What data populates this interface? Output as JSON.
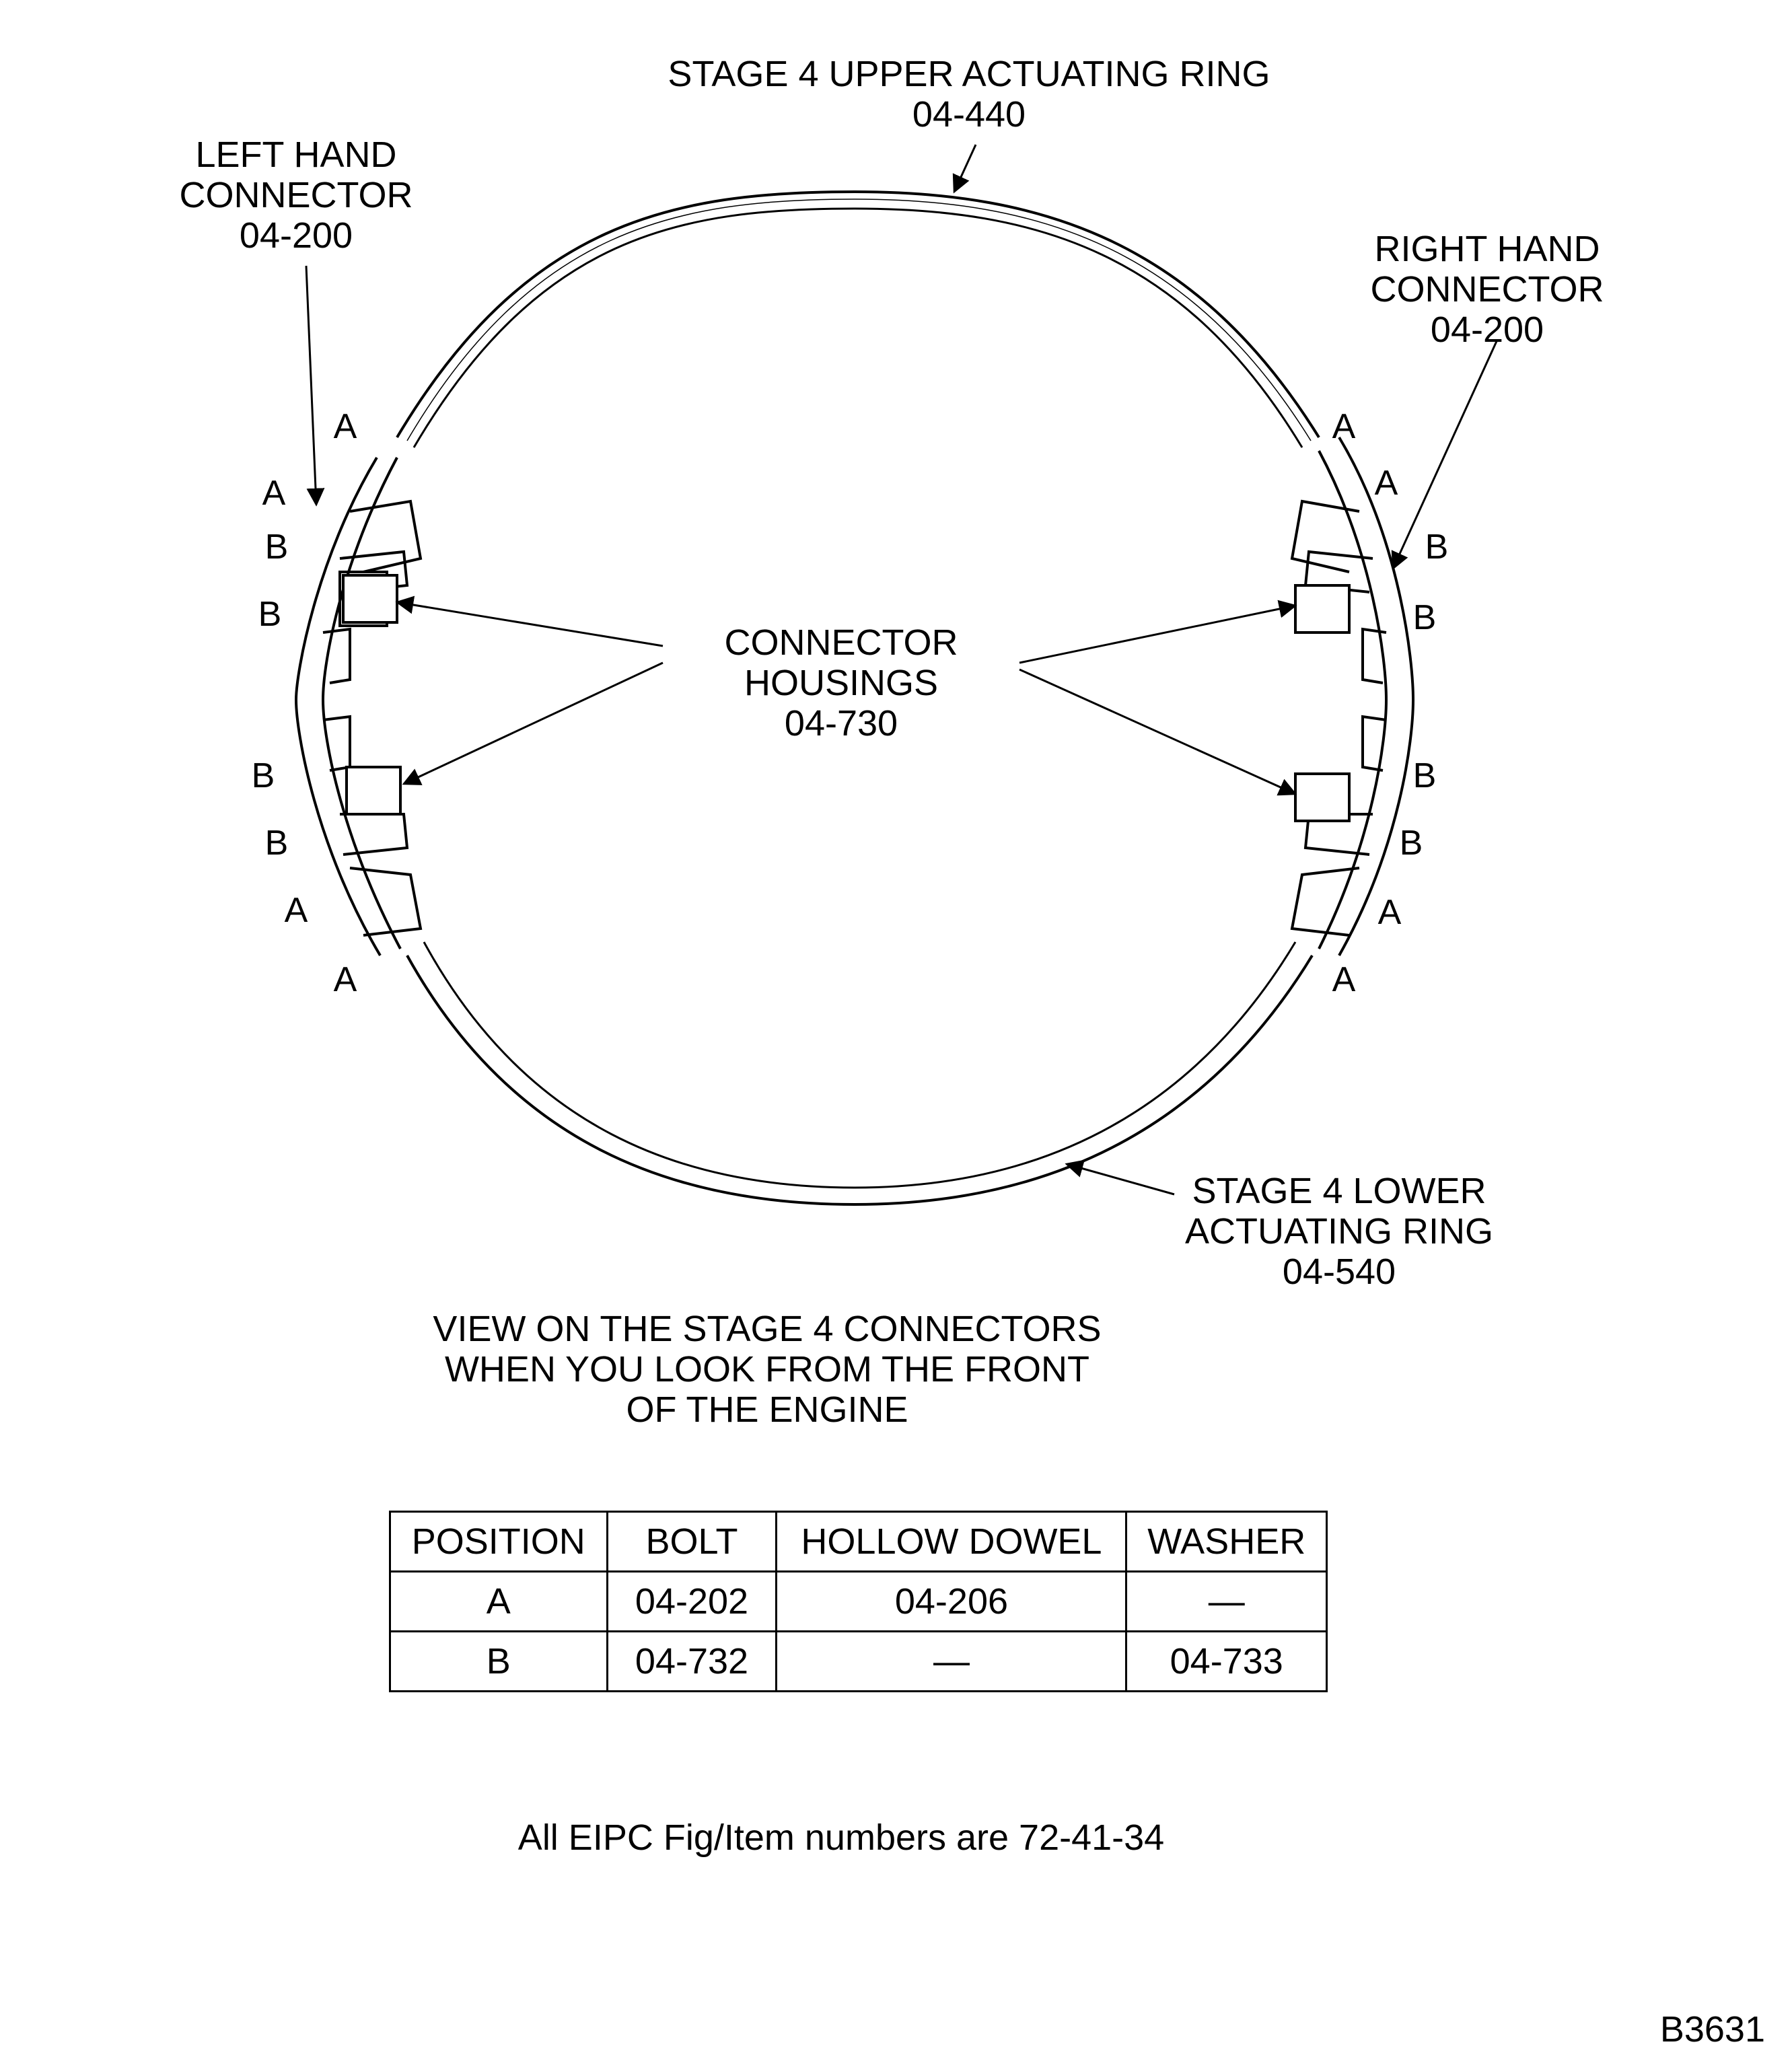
{
  "labels": {
    "upper_ring": [
      "STAGE 4 UPPER ACTUATING RING",
      "04-440"
    ],
    "left_connector": [
      "LEFT HAND",
      "CONNECTOR",
      "04-200"
    ],
    "right_connector": [
      "RIGHT HAND",
      "CONNECTOR",
      "04-200"
    ],
    "connector_housings": [
      "CONNECTOR",
      "HOUSINGS",
      "04-730"
    ],
    "lower_ring": [
      "STAGE 4 LOWER",
      "ACTUATING RING",
      "04-540"
    ],
    "view_caption": [
      "VIEW ON THE STAGE 4 CONNECTORS",
      "WHEN YOU LOOK FROM THE FRONT",
      "OF THE ENGINE"
    ]
  },
  "positions_left": [
    "A",
    "A",
    "B",
    "B",
    "B",
    "B",
    "A",
    "A"
  ],
  "positions_right": [
    "A",
    "A",
    "B",
    "B",
    "B",
    "B",
    "A",
    "A"
  ],
  "table": {
    "headers": [
      "POSITION",
      "BOLT",
      "HOLLOW DOWEL",
      "WASHER"
    ],
    "rows": [
      [
        "A",
        "04-202",
        "04-206",
        "—"
      ],
      [
        "B",
        "04-732",
        "—",
        "04-733"
      ]
    ]
  },
  "note": "All EIPC Fig/Item numbers are 72-41-34",
  "figure_id": "B3631"
}
